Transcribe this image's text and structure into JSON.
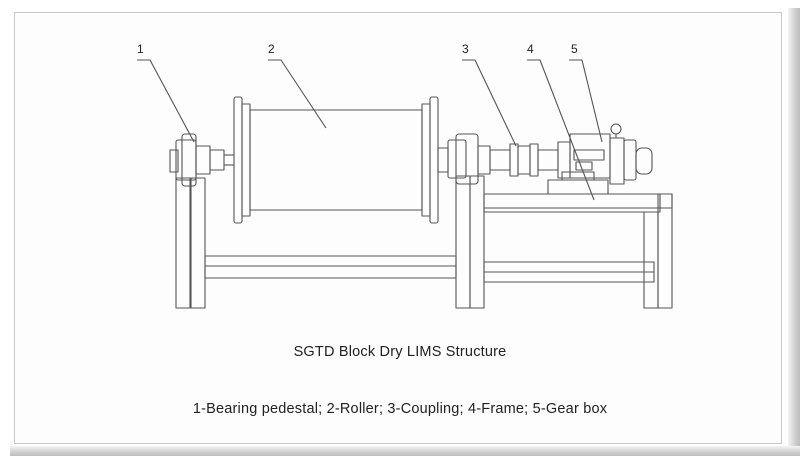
{
  "diagram": {
    "title": "SGTD Block Dry LIMS Structure",
    "legend": "1-Bearing pedestal;  2-Roller;  3-Coupling;  4-Frame;  5-Gear box",
    "callouts": [
      {
        "number": "1",
        "part": "Bearing pedestal"
      },
      {
        "number": "2",
        "part": "Roller"
      },
      {
        "number": "3",
        "part": "Coupling"
      },
      {
        "number": "4",
        "part": "Frame"
      },
      {
        "number": "5",
        "part": "Gear box"
      }
    ]
  },
  "colors": {
    "line": "#555555",
    "background": "#fdfdfd",
    "text": "#222222"
  }
}
